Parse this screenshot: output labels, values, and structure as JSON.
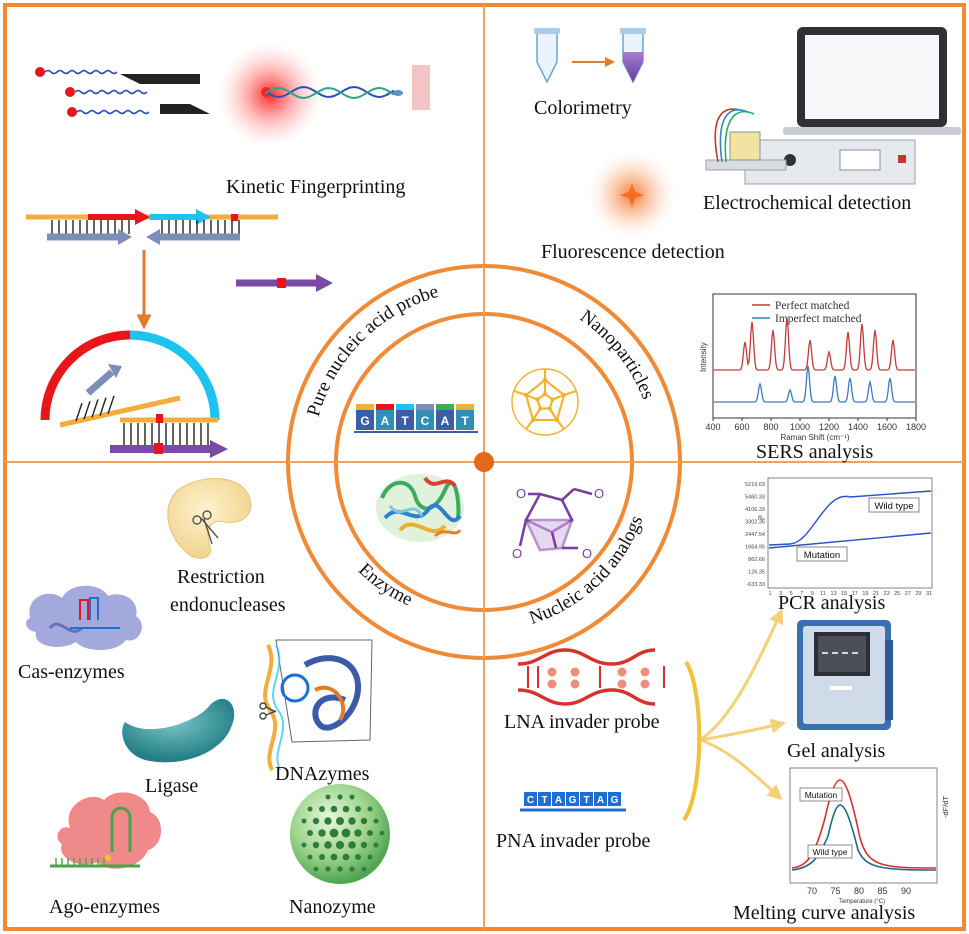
{
  "colors": {
    "frame": "#f08a36",
    "divider": "#f2a25c",
    "center_dot": "#e36a1a",
    "dna_orange": "#f2ad3c",
    "dna_red": "#e8161b",
    "dna_cyan": "#1bc3ee",
    "dna_slate": "#7d8db7",
    "dna_purple": "#7b4aa2",
    "sers_red": "#c53a3a",
    "sers_blue": "#3b7cc4",
    "pcr_blue": "#2a52c9",
    "melt_red": "#d8312d",
    "melt_teal": "#1d6a86",
    "invader_blue": "#1f6fd3"
  },
  "ring_labels": {
    "top_left": "Pure nucleic acid probe",
    "top_right": "Nanoparticles",
    "bottom_left": "Enzyme",
    "bottom_right": "Nucleic acid analogs"
  },
  "gatcat_letters": [
    "G",
    "A",
    "T",
    "C",
    "A",
    "T"
  ],
  "quadrant_tl": {
    "kinetic": "Kinetic Fingerprinting"
  },
  "quadrant_tr": {
    "colorimetry": "Colorimetry",
    "electrochemical": "Electrochemical detection",
    "fluorescence": "Fluorescence detection",
    "sers": "SERS analysis"
  },
  "sers_chart": {
    "legend": [
      "Perfect matched",
      "Imperfect matched"
    ],
    "ylabel": "Intensity",
    "xlabel": "Raman Shift (cm⁻¹)",
    "xticks": [
      "400",
      "600",
      "800",
      "1000",
      "1200",
      "1400",
      "1600",
      "1800"
    ]
  },
  "pcr_chart": {
    "yticks": [
      "5219.63",
      "5460.33",
      "4106.33",
      "3302.36",
      "2447.54",
      "1664.95",
      "862.66",
      "126.35",
      "-633.33"
    ],
    "xticks": [
      "1",
      "3",
      "5",
      "7",
      "9",
      "11",
      "13",
      "15",
      "17",
      "19",
      "21",
      "23",
      "25",
      "27",
      "29",
      "31"
    ],
    "ylabel": "Rₙ",
    "wild_type": "Wild type",
    "mutation": "Mutation"
  },
  "melt_chart": {
    "mutation": "Mutation",
    "wild_type": "Wild type",
    "ylabel": "-dF/dT",
    "xlabel": "Temperature (°C)",
    "xticks": [
      "70",
      "75",
      "80",
      "85",
      "90"
    ]
  },
  "quadrant_br": {
    "pcr": "PCR analysis",
    "gel": "Gel analysis",
    "melting": "Melting curve analysis",
    "lna": "LNA invader probe",
    "pna": "PNA invader probe",
    "pna_letters": [
      "C",
      "T",
      "A",
      "G",
      "T",
      "A",
      "G"
    ]
  },
  "quadrant_bl": {
    "restriction_1": "Restriction",
    "restriction_2": "endonucleases",
    "cas": "Cas-enzymes",
    "ligase": "Ligase",
    "dnazymes": "DNAzymes",
    "ago": "Ago-enzymes",
    "nanozyme": "Nanozyme"
  }
}
